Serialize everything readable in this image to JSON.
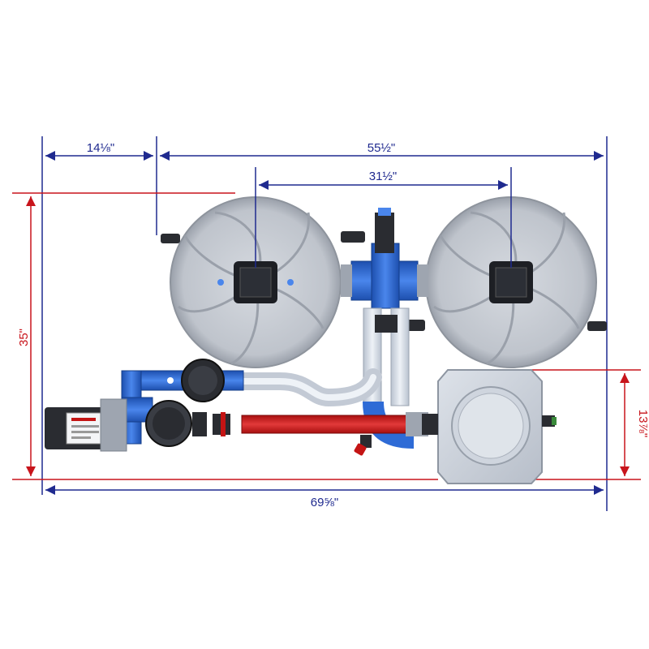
{
  "dimensions": {
    "overall_width": "69⅝\"",
    "overall_depth": "35\"",
    "filter_span": "55½\"",
    "filter_center_spacing": "31½\"",
    "pump_offset": "14⅛\"",
    "reservoir_depth": "13⅞\""
  },
  "colors": {
    "dimension_blue": "#1f2a8f",
    "dimension_red": "#c8141b",
    "pipe_blue": "#2e6bd6",
    "pipe_red": "#c41414",
    "housing_grey": "#c9ced6"
  }
}
